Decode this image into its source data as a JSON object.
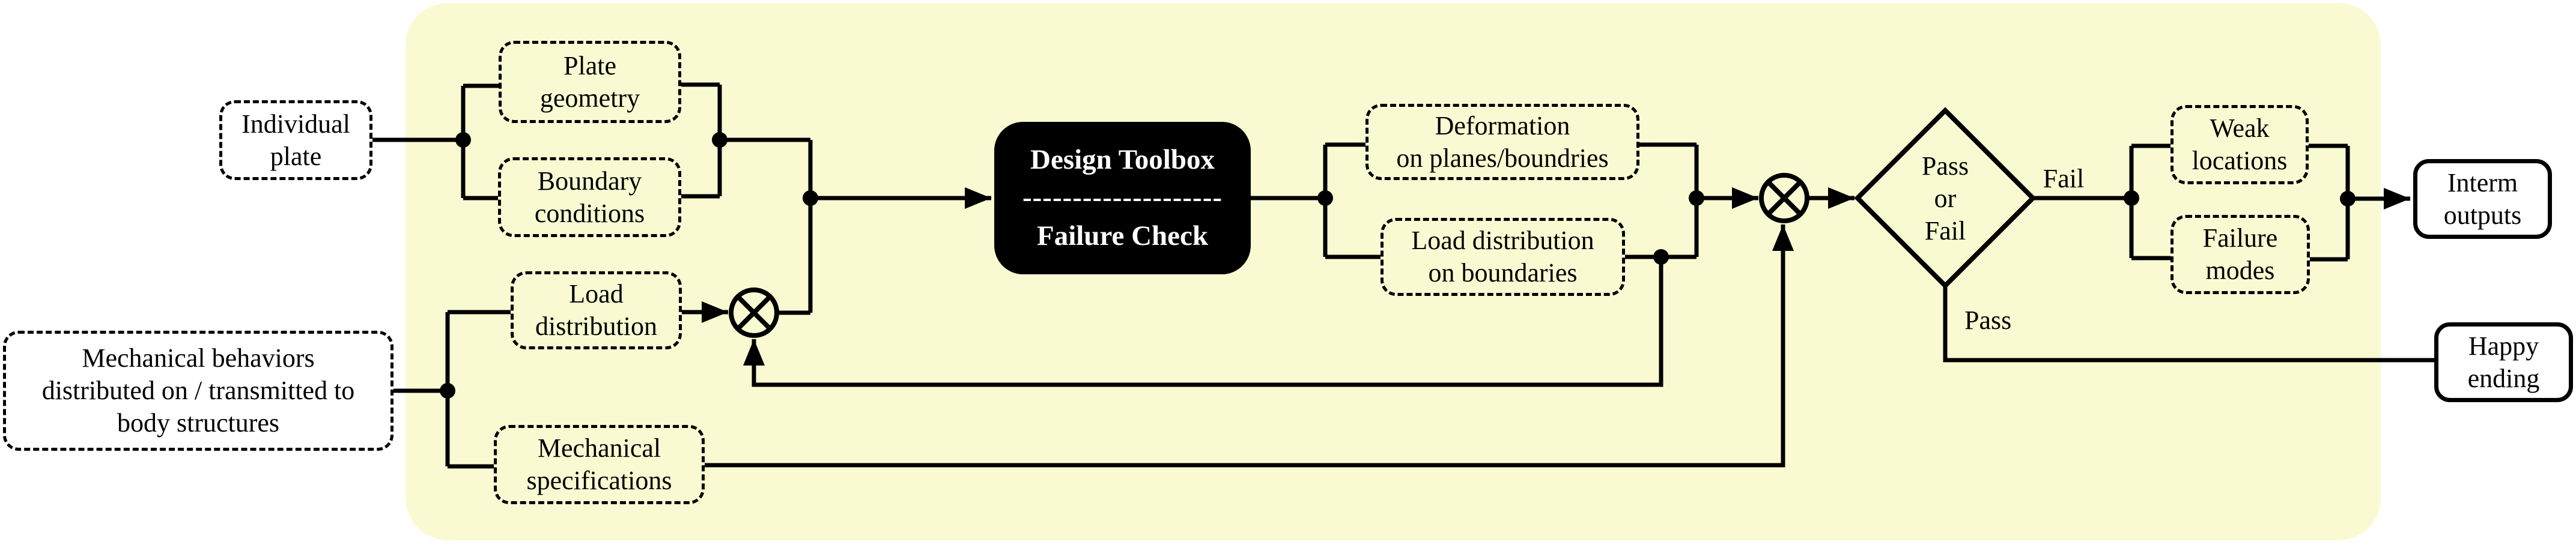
{
  "colors": {
    "panel_bg": "#FAFAD2",
    "ink": "#000000",
    "toolbox_bg": "#000000",
    "toolbox_text": "#FFFFFF"
  },
  "nodes": {
    "individual_plate": {
      "lines": [
        "Individual",
        "plate"
      ]
    },
    "plate_geometry": {
      "lines": [
        "Plate",
        "geometry"
      ]
    },
    "boundary_conditions": {
      "lines": [
        "Boundary",
        "conditions"
      ]
    },
    "mechanical_behaviors": {
      "lines": [
        "Mechanical behaviors",
        "distributed on / transmitted to",
        "body structures"
      ]
    },
    "load_distribution": {
      "lines": [
        "Load",
        "distribution"
      ]
    },
    "mechanical_specifications": {
      "lines": [
        "Mechanical",
        "specifications"
      ]
    },
    "design_toolbox": {
      "lines": [
        "Design Toolbox",
        "--------------------",
        "Failure Check"
      ]
    },
    "deformation": {
      "lines": [
        "Deformation",
        "on planes/boundries"
      ]
    },
    "load_distribution_boundaries": {
      "lines": [
        "Load distribution",
        "on boundaries"
      ]
    },
    "pass_or_fail": {
      "lines": [
        "Pass",
        "or",
        "Fail"
      ]
    },
    "weak_locations": {
      "lines": [
        "Weak",
        "locations"
      ]
    },
    "failure_modes": {
      "lines": [
        "Failure",
        "modes"
      ]
    },
    "interm_outputs": {
      "lines": [
        "Interm",
        "outputs"
      ]
    },
    "happy_ending": {
      "lines": [
        "Happy",
        "ending"
      ]
    }
  },
  "edge_labels": {
    "fail": "Fail",
    "pass": "Pass"
  }
}
